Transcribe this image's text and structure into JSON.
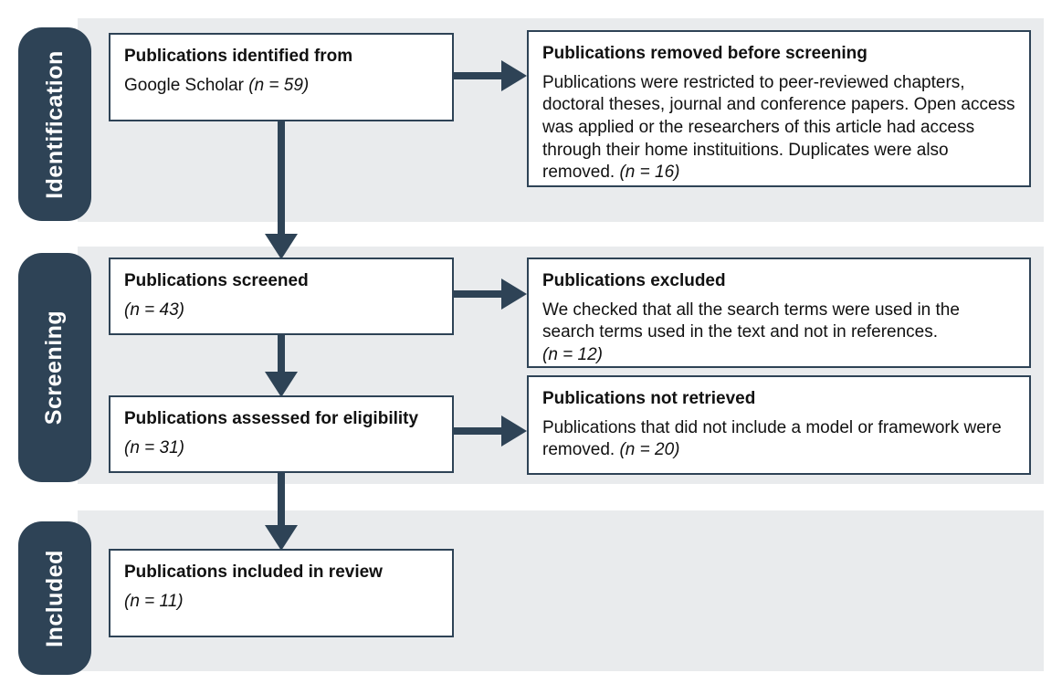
{
  "colors": {
    "navy": "#2e4356",
    "band": "#e9ebed",
    "box_bg": "#ffffff",
    "text": "#111111",
    "label_text": "#ffffff"
  },
  "stages": {
    "identification": "Identification",
    "screening": "Screening",
    "included": "Included"
  },
  "boxes": {
    "identified": {
      "title": "Publications identified from",
      "body": "Google Scholar ",
      "n": "(n = 59)"
    },
    "removed": {
      "title": "Publications removed before screening",
      "body": "Publications were restricted to peer-reviewed chapters, doctoral theses, journal and conference papers. Open access was applied or the researchers of this article had access through their home instituitions. Duplicates were also removed. ",
      "n": "(n = 16)"
    },
    "screened": {
      "title": "Publications screened",
      "n": "(n = 43)"
    },
    "excluded": {
      "title": "Publications excluded",
      "body": "We checked that all the search terms were used in the search terms used in the text and not in references.",
      "n": "(n = 12)"
    },
    "assessed": {
      "title": "Publications assessed for eligibility",
      "n": "(n = 31)"
    },
    "not_retrieved": {
      "title": "Publications not retrieved",
      "body": "Publications that did not include a model or framework were removed. ",
      "n": "(n = 20)"
    },
    "included_review": {
      "title": "Publications included in review",
      "n": "(n = 11)"
    }
  }
}
